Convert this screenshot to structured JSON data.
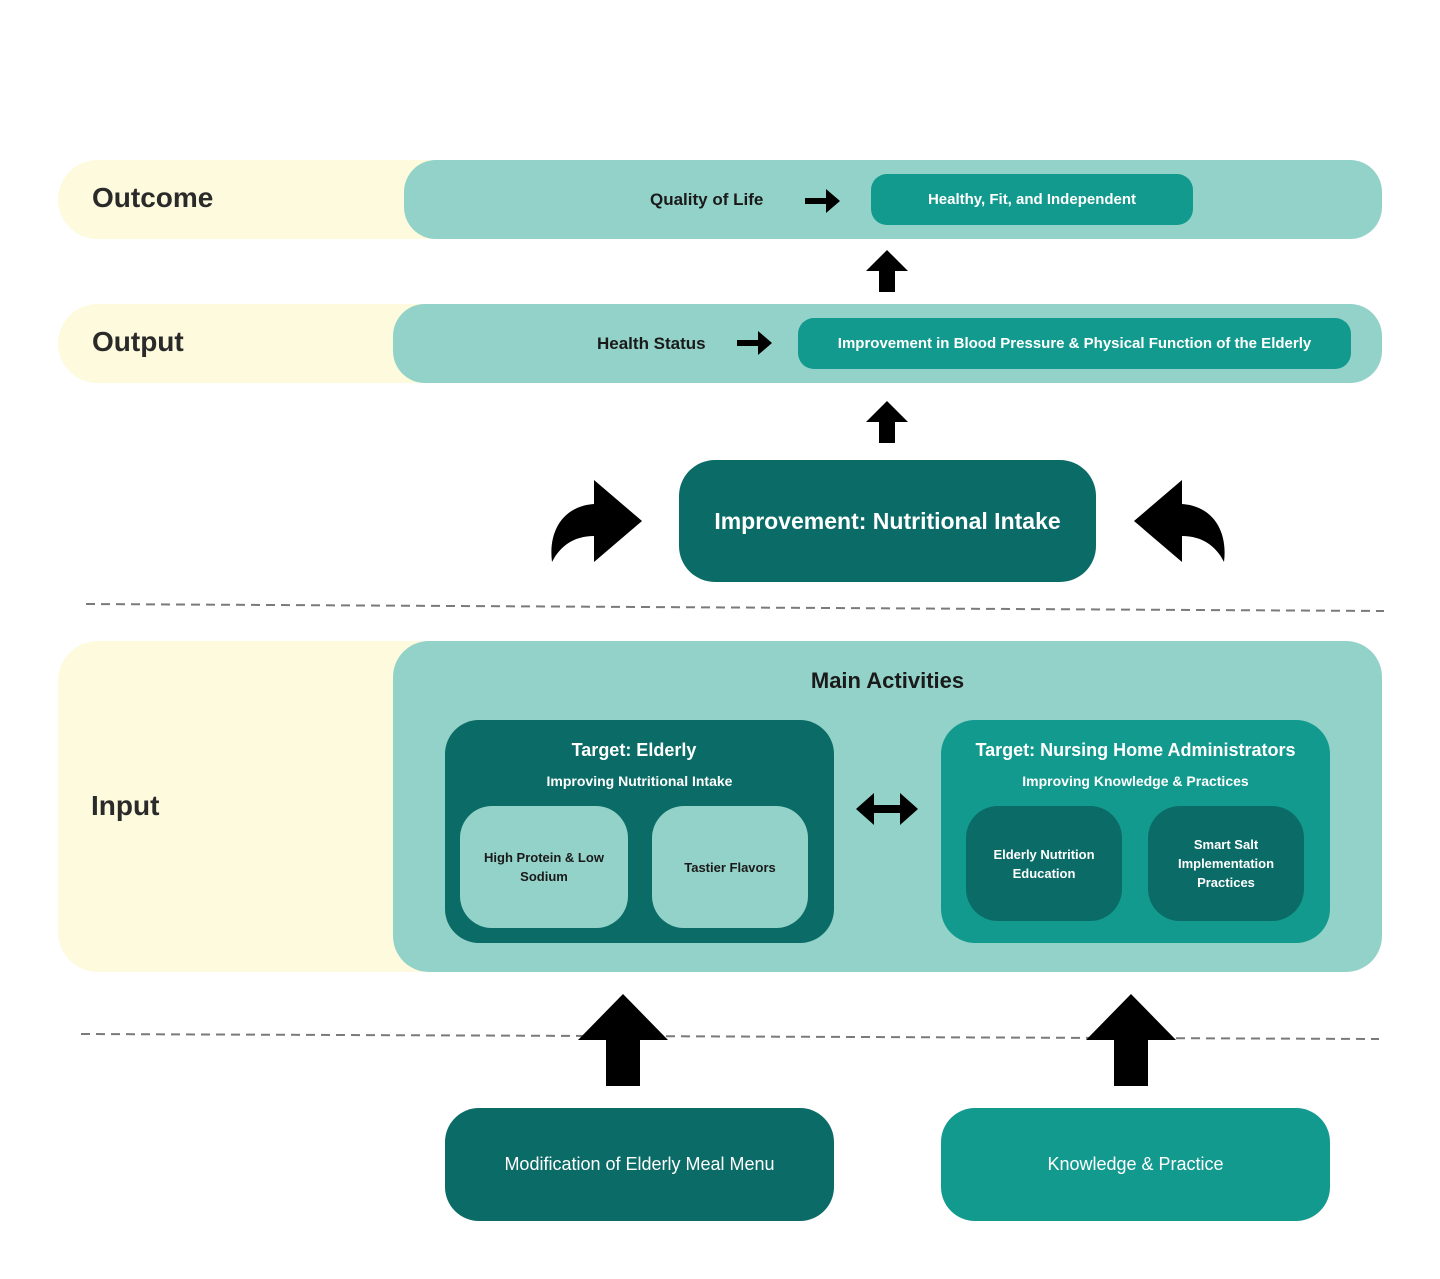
{
  "colors": {
    "label_band": "#fdfadd",
    "teal_light": "#93d2c8",
    "teal_mid": "#139a8e",
    "teal_dark": "#0b6b66",
    "arrow": "#000000"
  },
  "outcome": {
    "label": "Outcome",
    "left_text": "Quality of Life",
    "result": "Healthy, Fit, and Independent"
  },
  "output": {
    "label": "Output",
    "left_text": "Health Status",
    "result": "Improvement in Blood Pressure & Physical Function of the Elderly"
  },
  "improvement": {
    "label": "Improvement: Nutritional Intake"
  },
  "input": {
    "label": "Input",
    "main_title": "Main Activities",
    "elderly": {
      "title": "Target: Elderly",
      "subtitle": "Improving Nutritional Intake",
      "items": [
        "High Protein & Low Sodium",
        "Tastier Flavors"
      ]
    },
    "admins": {
      "title": "Target: Nursing Home Administrators",
      "subtitle": "Improving Knowledge & Practices",
      "items": [
        "Elderly Nutrition Education",
        "Smart Salt Implementation Practices"
      ]
    }
  },
  "sources": {
    "left": "Modification of Elderly Meal Menu",
    "right": "Knowledge & Practice"
  },
  "icons": {
    "right_arrow": "arrow-right-icon",
    "up_arrow": "arrow-up-icon",
    "curved_right": "curved-arrow-right-icon",
    "curved_left": "curved-arrow-left-icon",
    "double_arrow": "double-arrow-horizontal-icon"
  }
}
